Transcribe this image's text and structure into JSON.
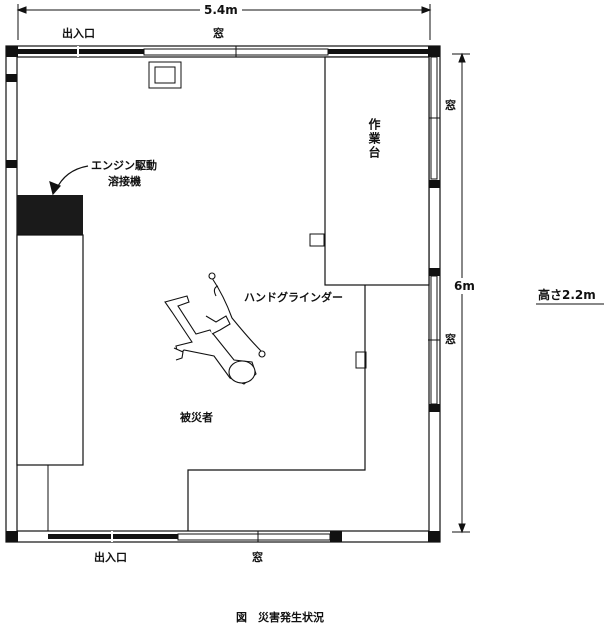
{
  "labels": {
    "width_dim": "5.4m",
    "entrance_top": "出入口",
    "window_top": "窓",
    "window_right_upper": "窓",
    "window_right_lower": "窓",
    "entrance_bottom": "出入口",
    "window_bottom": "窓",
    "workbench": "作業台",
    "welder_line1": "エンジン駆動",
    "welder_line2": "溶接機",
    "grinder": "ハンドグラインダー",
    "victim": "被災者",
    "depth_dim": "6m",
    "height_note": "高さ2.2m",
    "caption": "図　災害発生状況"
  },
  "colors": {
    "ink": "#111111",
    "paper": "#ffffff"
  }
}
